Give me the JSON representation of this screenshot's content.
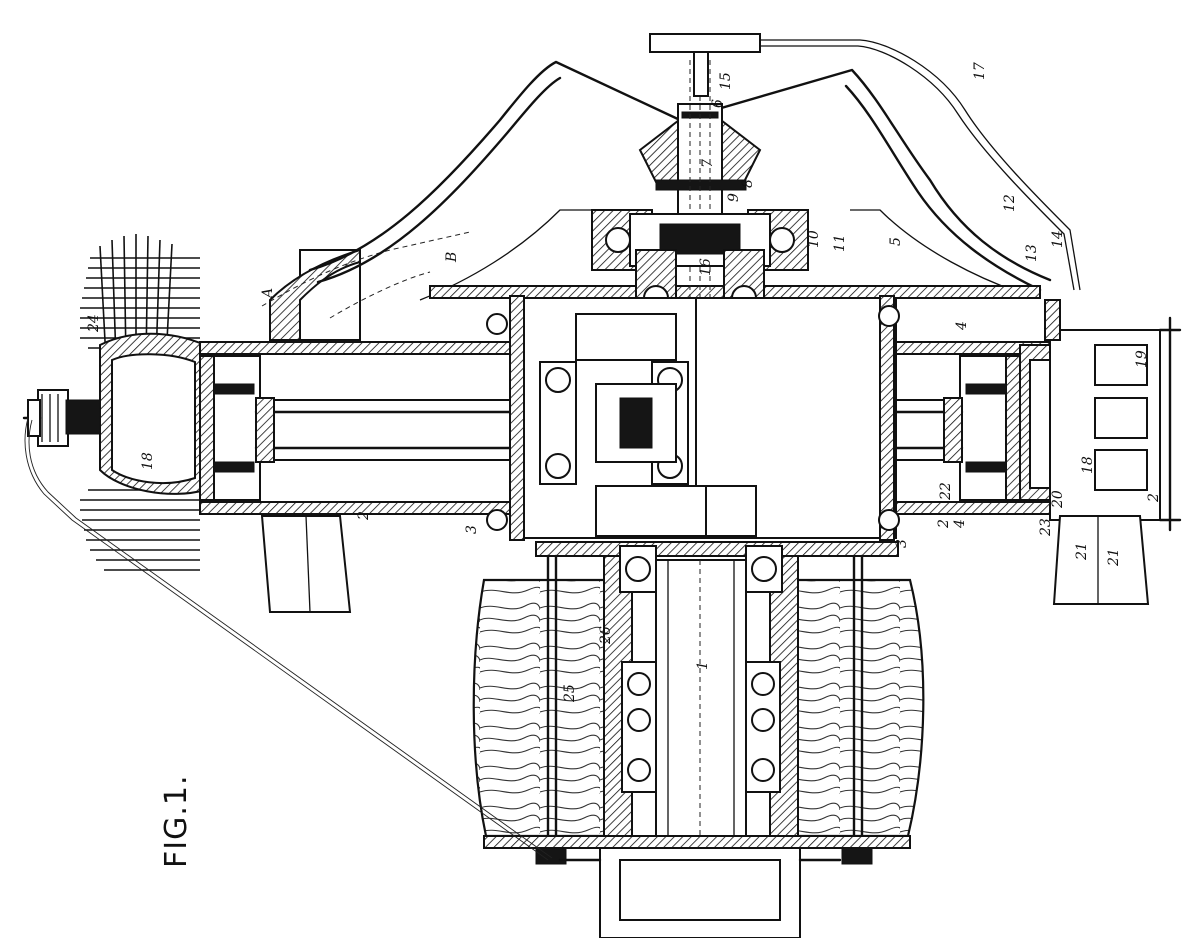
{
  "figure": {
    "title": "FIG.1."
  },
  "reference_numerals": {
    "n1": "1",
    "n2a": "2",
    "n2b": "2",
    "n2c": "2",
    "n3a": "3",
    "n3b": "3",
    "n4a": "4",
    "n4b": "4",
    "n5": "5",
    "n6": "6",
    "n7": "7",
    "n8": "8",
    "n9": "9",
    "n10": "10",
    "n11": "11",
    "n12": "12",
    "n13": "13",
    "n14": "14",
    "n15": "15",
    "n16": "16",
    "n17": "17",
    "n18a": "18",
    "n18b": "18",
    "n19": "19",
    "n20": "20",
    "n21a": "21",
    "n21b": "21",
    "n22": "22",
    "n23": "23",
    "n24": "24",
    "n25": "25",
    "n26": "26",
    "nA": "A",
    "nB": "B"
  }
}
